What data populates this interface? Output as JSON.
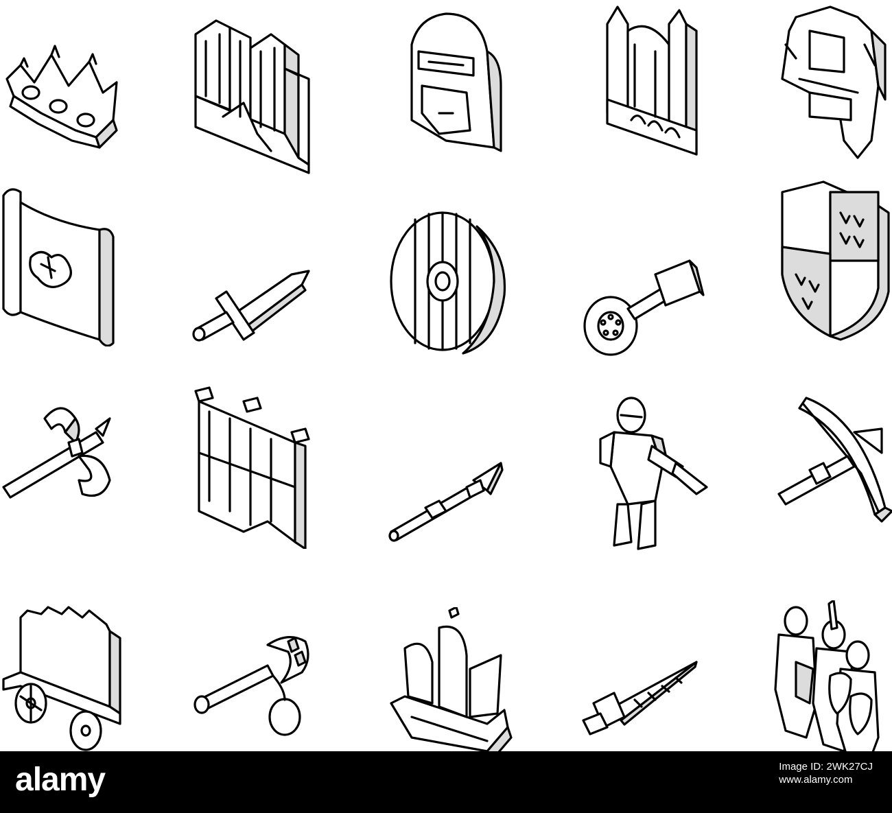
{
  "footer": {
    "logo": "alamy",
    "image_id_label": "Image ID: 2WK27CJ",
    "url": "www.alamy.com"
  },
  "icons": [
    "crown-icon",
    "castle-icon",
    "knight-helmet-icon",
    "throne-icon",
    "armor-icon",
    "scroll-map-icon",
    "sword-icon",
    "round-shield-icon",
    "key-icon",
    "heraldic-shield-icon",
    "battle-axe-icon",
    "banner-icon",
    "spear-icon",
    "knight-icon",
    "crossbow-icon",
    "wagon-icon",
    "flail-icon",
    "ship-icon",
    "lance-icon",
    "knights-group-icon"
  ],
  "colors": {
    "line": "#000000",
    "background": "#ffffff",
    "footer": "#000000"
  }
}
